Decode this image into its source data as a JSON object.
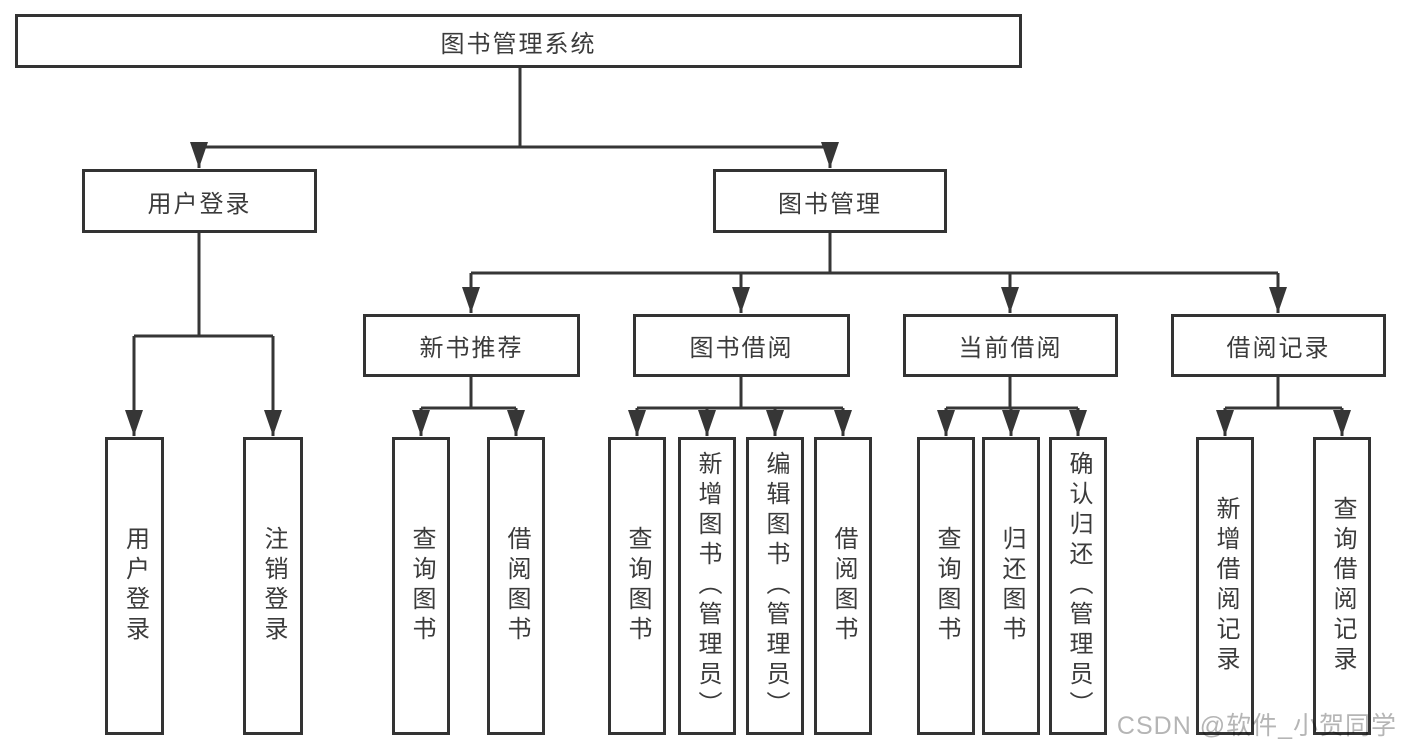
{
  "root": {
    "label": "图书管理系统",
    "children": [
      {
        "label": "用户登录",
        "children": [
          {
            "label": "用户登录"
          },
          {
            "label": "注销登录"
          }
        ]
      },
      {
        "label": "图书管理",
        "children": [
          {
            "label": "新书推荐",
            "children": [
              {
                "label": "查询图书"
              },
              {
                "label": "借阅图书"
              }
            ]
          },
          {
            "label": "图书借阅",
            "children": [
              {
                "label": "查询图书"
              },
              {
                "label": "新增图书（管理员）"
              },
              {
                "label": "编辑图书（管理员）"
              },
              {
                "label": "借阅图书"
              }
            ]
          },
          {
            "label": "当前借阅",
            "children": [
              {
                "label": "查询图书"
              },
              {
                "label": "归还图书"
              },
              {
                "label": "确认归还（管理员）"
              }
            ]
          },
          {
            "label": "借阅记录",
            "children": [
              {
                "label": "新增借阅记录"
              },
              {
                "label": "查询借阅记录"
              }
            ]
          }
        ]
      }
    ]
  },
  "watermark": "CSDN @软件_小贺同学",
  "colors": {
    "line": "#363636",
    "border": "#333333",
    "text": "#3b3b3b",
    "watermark": "#b5b5b5",
    "background": "#ffffff"
  }
}
